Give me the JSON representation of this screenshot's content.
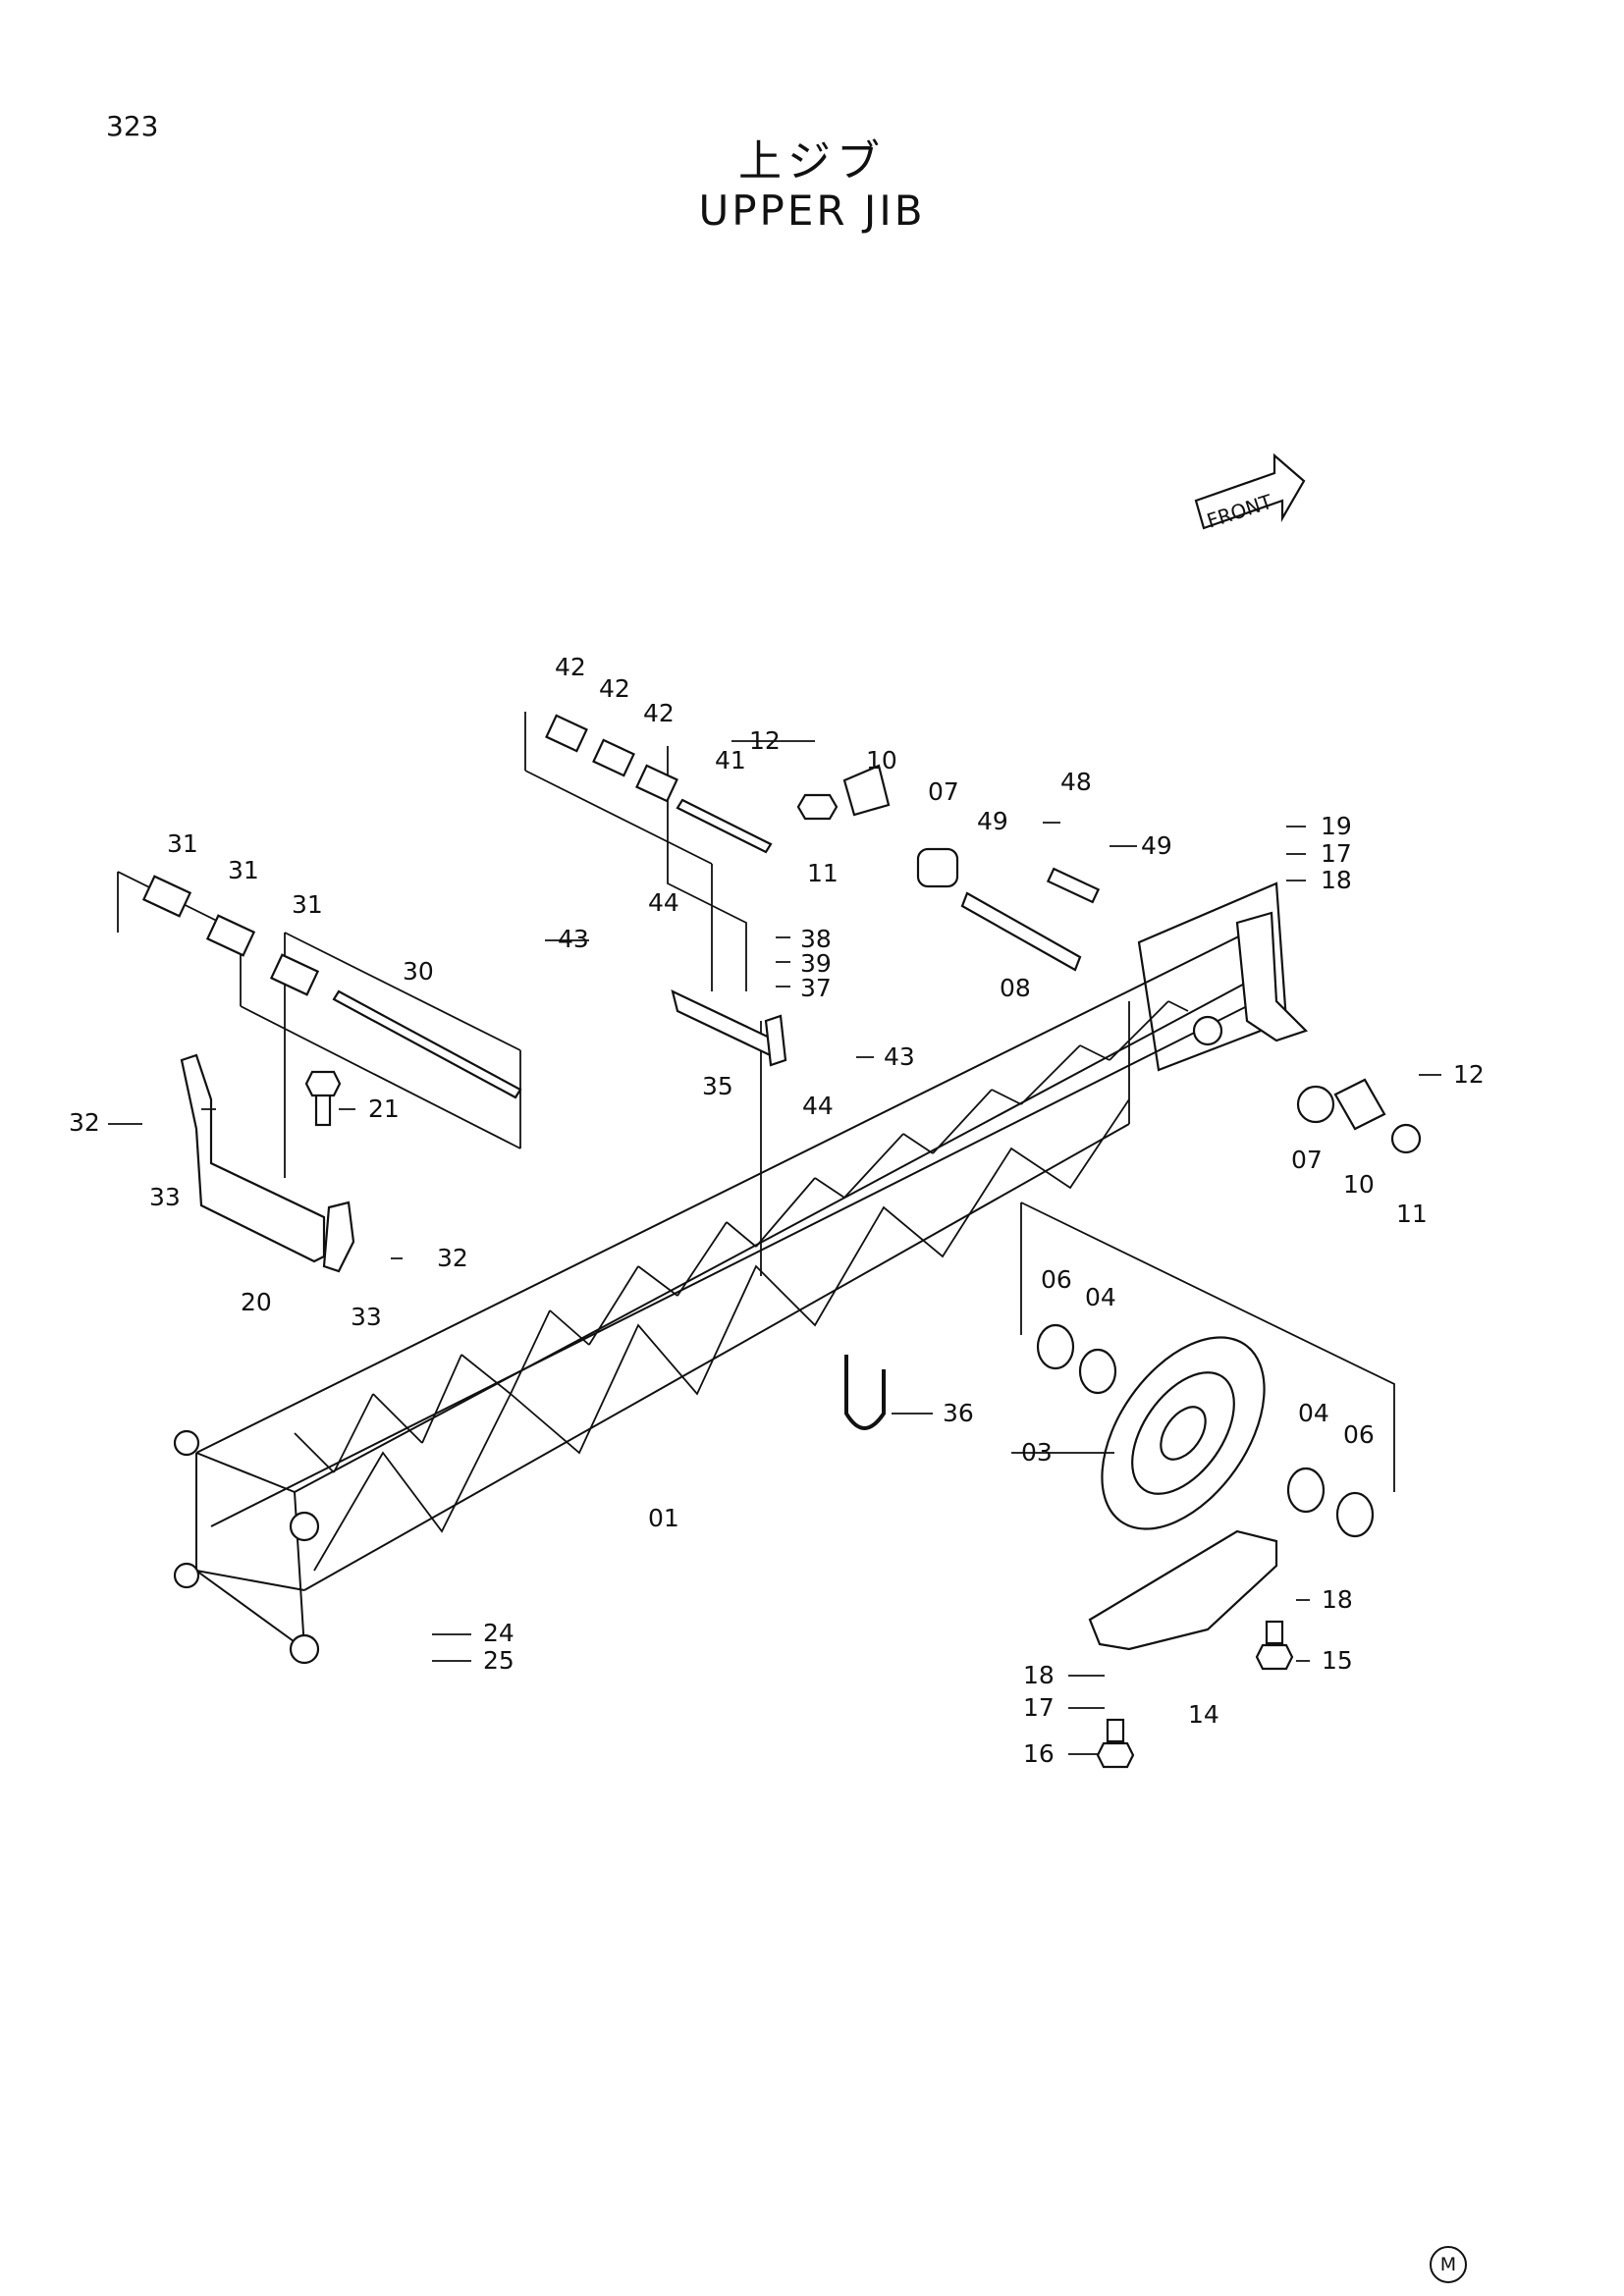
{
  "page_number": "323",
  "title_jp": "上ジブ",
  "title_en": "UPPER JIB",
  "front_label": "FRONT",
  "corner_mark": "M",
  "callouts": [
    "42",
    "42",
    "42",
    "41",
    "12",
    "10",
    "07",
    "48",
    "49",
    "49",
    "19",
    "17",
    "18",
    "31",
    "31",
    "31",
    "30",
    "44",
    "43",
    "38",
    "39",
    "37",
    "11",
    "08",
    "35",
    "43",
    "44",
    "12",
    "32",
    "21",
    "33",
    "07",
    "10",
    "11",
    "32",
    "33",
    "20",
    "06",
    "04",
    "36",
    "03",
    "04",
    "06",
    "01",
    "18",
    "15",
    "24",
    "25",
    "18",
    "17",
    "14",
    "16"
  ]
}
